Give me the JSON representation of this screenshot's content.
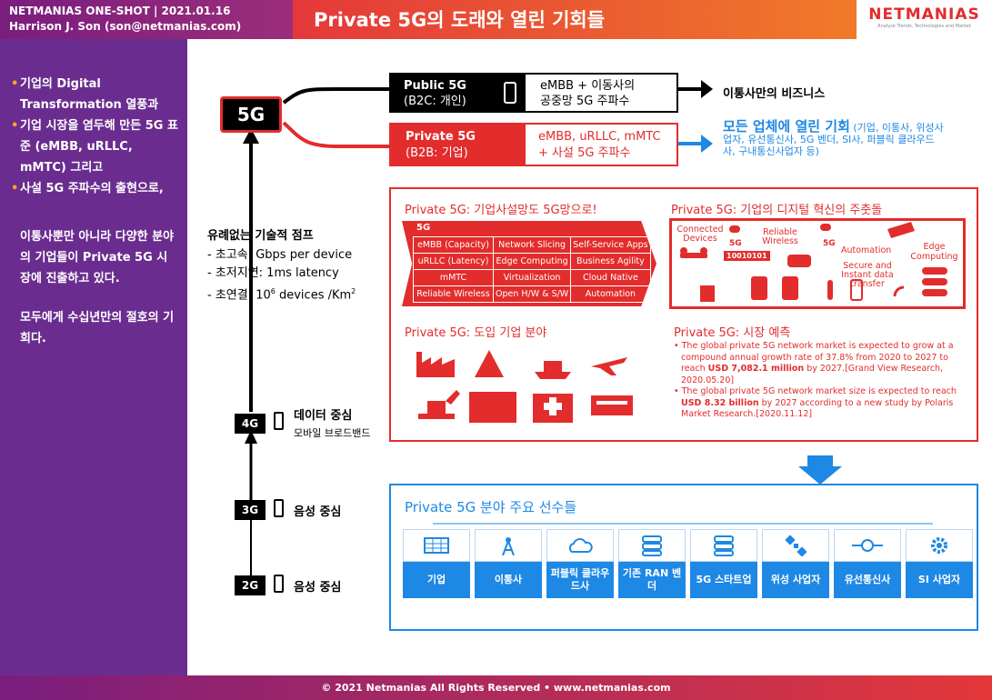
{
  "header": {
    "brand_line": "NETMANIAS ONE-SHOT  |  2021.01.16",
    "author_line": "Harrison J. Son (son@netmanias.com)",
    "title": "Private 5G의 도래와 열린 기회들",
    "logo_text": "NETMANIAS",
    "logo_sub": "Analyze Trends, Technologies and Market"
  },
  "sidebar": {
    "bullets": [
      "기업의 Digital Transformation 열풍과",
      "기업 시장을 염두해 만든 5G 표준 (eMBB, uRLLC, mMTC) 그리고",
      "사설 5G 주파수의 출현으로,"
    ],
    "para1": "이통사뿐만 아니라 다양한 분야의 기업들이 Private 5G 시장에 진출하고 있다.",
    "para2": "모두에게 수십년만의 절호의 기회다."
  },
  "timeline": {
    "g5": "5G",
    "g4": "4G",
    "g4_label": "데이터 중심",
    "g4_sub": "모바일 브로드밴드",
    "g3": "3G",
    "g3_label": "음성 중심",
    "g2": "2G",
    "g2_label": "음성 중심",
    "leap_title": "유례없는 기술적 점프",
    "leap1": "- 초고속: Gbps per device",
    "leap2": "- 초저지연: 1ms latency",
    "leap3_pre": "- 초연결: 10",
    "leap3_exp": "6",
    "leap3_mid": " devices /Km",
    "leap3_exp2": "2"
  },
  "public5g": {
    "title": "Public 5G",
    "sub": "(B2C: 개인)",
    "desc1": "eMBB + 이동사의",
    "desc2": "공중망 5G 주파수",
    "result": "이통사만의 비즈니스"
  },
  "private5g": {
    "title": "Private 5G",
    "sub": "(B2B: 기업)",
    "desc1": "eMBB, uRLLC, mMTC",
    "desc2": "+ 사설 5G 주파수",
    "result_main": "모든 업체에 열린 기회",
    "result_sub": "(기업, 이통사, 위성사업자, 유선통신사, 5G 벤더, SI사, 퍼블릭 클라우드사, 구내통신사업자  등)"
  },
  "network": {
    "title": "Private 5G: 기업사설망도 5G망으로!",
    "label_5g": "5G",
    "rows": [
      [
        "eMBB (Capacity)",
        "Network Slicing",
        "Self-Service Apps"
      ],
      [
        "uRLLC (Latency)",
        "Edge Computing",
        "Business Agility"
      ],
      [
        "mMTC",
        "Virtualization",
        "Cloud Native"
      ],
      [
        "Reliable Wireless",
        "Open H/W & S/W",
        "Automation"
      ]
    ]
  },
  "innovation": {
    "title": "Private 5G: 기업의 디지털 혁신의 주춧돌",
    "connected": "Connected Devices",
    "reliable": "Reliable Wireless",
    "g5a": "5G",
    "g5b": "5G",
    "binary": "10010101",
    "automation": "Automation",
    "secure": "Secure and Instant data transfer",
    "edge": "Edge Computing"
  },
  "industries": {
    "title": "Private 5G: 도입 기업 분야"
  },
  "forecast": {
    "title": "Private 5G: 시장 예측",
    "item1_a": "The global private 5G network market is expected to grow at a compound annual growth rate of 37.8% from 2020 to 2027 to reach ",
    "item1_b": "USD 7,082.1 million",
    "item1_c": " by 2027.[Grand View Research, 2020.05.20]",
    "item2_a": "The global private 5G network market size is expected to reach ",
    "item2_b": "USD 8.32 billion",
    "item2_c": " by 2027 according to a new study by Polaris Market Research.[2020.11.12]"
  },
  "players": {
    "title": "Private 5G 분야 주요 선수들",
    "items": [
      {
        "label": "기업",
        "icon": "building-grid-icon"
      },
      {
        "label": "이통사",
        "icon": "antenna-icon"
      },
      {
        "label": "퍼블릭 클라우드사",
        "icon": "cloud-icon"
      },
      {
        "label": "기존 RAN 벤더",
        "icon": "server-rack-icon"
      },
      {
        "label": "5G 스타트업",
        "icon": "server-stack-icon"
      },
      {
        "label": "위성 사업자",
        "icon": "satellite-icon"
      },
      {
        "label": "유선통신사",
        "icon": "fiber-link-icon"
      },
      {
        "label": "SI 사업자",
        "icon": "gear-icon"
      }
    ]
  },
  "footer": {
    "text": "© 2021 Netmanias All Rights Reserved • www.netmanias.com"
  },
  "colors": {
    "red": "#e32c2c",
    "blue": "#1e88e5",
    "purple": "#6a2d8f"
  }
}
